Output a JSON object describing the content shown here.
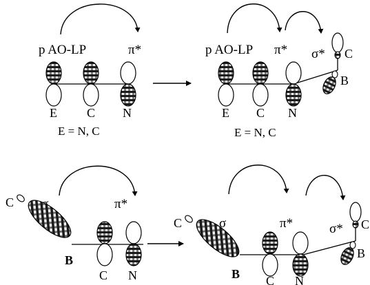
{
  "panels": {
    "top_left": {
      "donor": "p AO-LP",
      "acceptor": "π*",
      "atoms": [
        "E",
        "C",
        "N"
      ],
      "caption": "E = N, C"
    },
    "top_right": {
      "donor": "p AO-LP",
      "acceptor": "π*",
      "sigma_star": "σ*",
      "atoms": [
        "E",
        "C",
        "N"
      ],
      "substituent_atoms": [
        "C",
        "B"
      ],
      "caption": "E = N, C"
    },
    "bottom_left": {
      "donor": "σ",
      "acceptor": "π*",
      "atoms": [
        "C",
        "B",
        "C",
        "N"
      ]
    },
    "bottom_right": {
      "donor": "σ",
      "acceptor": "π*",
      "sigma_star": "σ*",
      "atoms": [
        "C",
        "B",
        "C",
        "N"
      ],
      "substituent_atoms": [
        "C",
        "B"
      ]
    }
  },
  "colors": {
    "line": "#000000",
    "shade_dark": "#1a1a1a",
    "shade_light": "#f2f2f2",
    "background": "#ffffff"
  }
}
